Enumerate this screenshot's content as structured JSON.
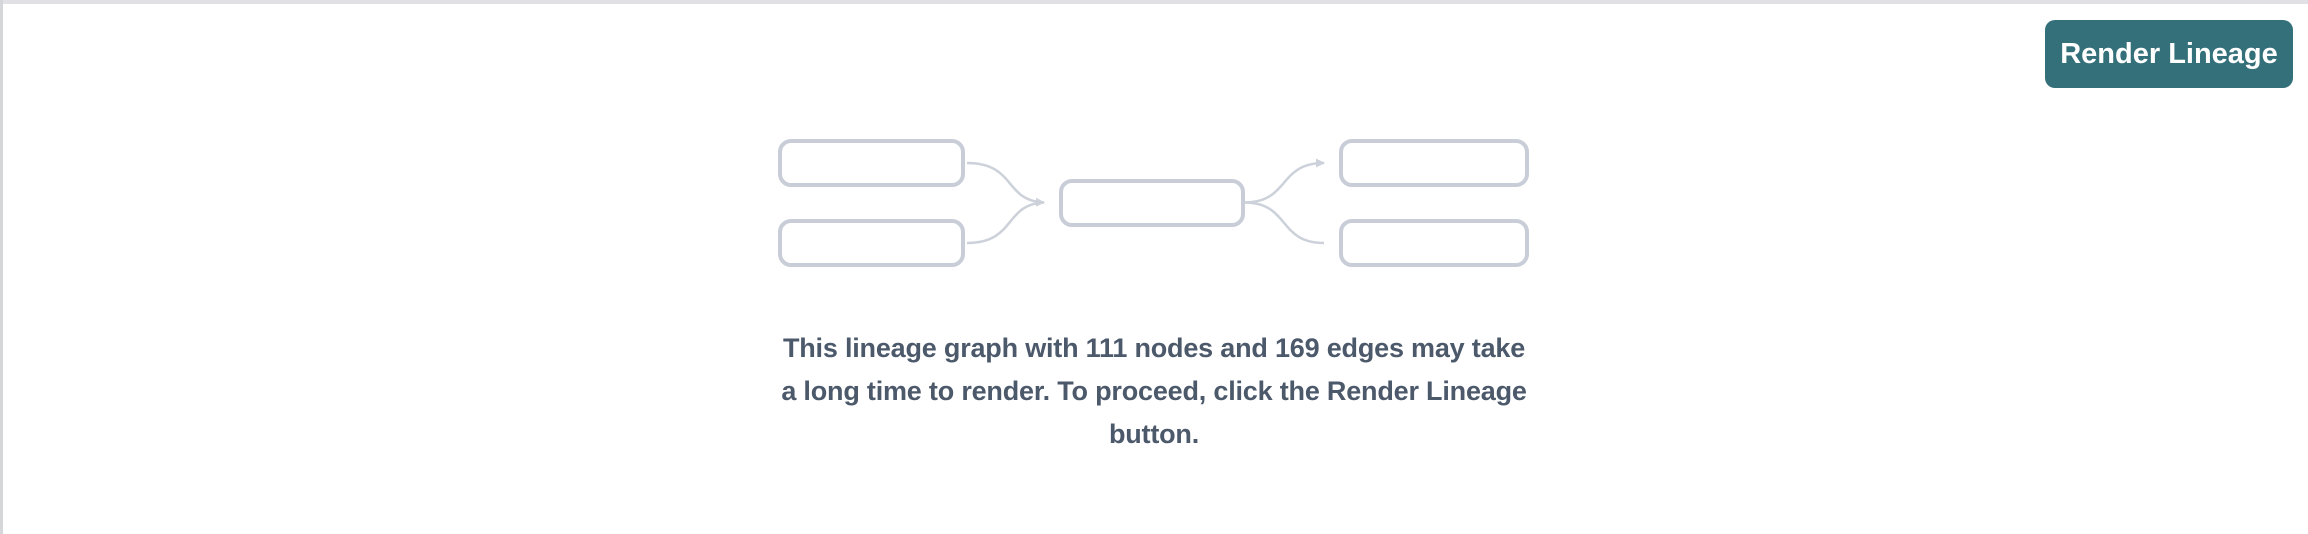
{
  "colors": {
    "button_bg": "#34707a",
    "button_text": "#ffffff",
    "message_text": "#4c596b",
    "diagram_stroke": "#c8cdd7",
    "edge_stroke": "#ccd1da",
    "top_border": "#e1e1e5",
    "left_border": "#d5d6d9"
  },
  "toolbar": {
    "render_button_label": "Render Lineage"
  },
  "stats": {
    "nodes": "111",
    "edges": "169"
  },
  "message": {
    "full": "This lineage graph with 111 nodes and 169 edges may take a long time to render. To proceed, click the Render Lineage button.",
    "line1": "This lineage graph with 111 nodes and 169 edges may take",
    "line2": "a long time to render. To proceed, click the Render Lineage",
    "line3": "button."
  }
}
